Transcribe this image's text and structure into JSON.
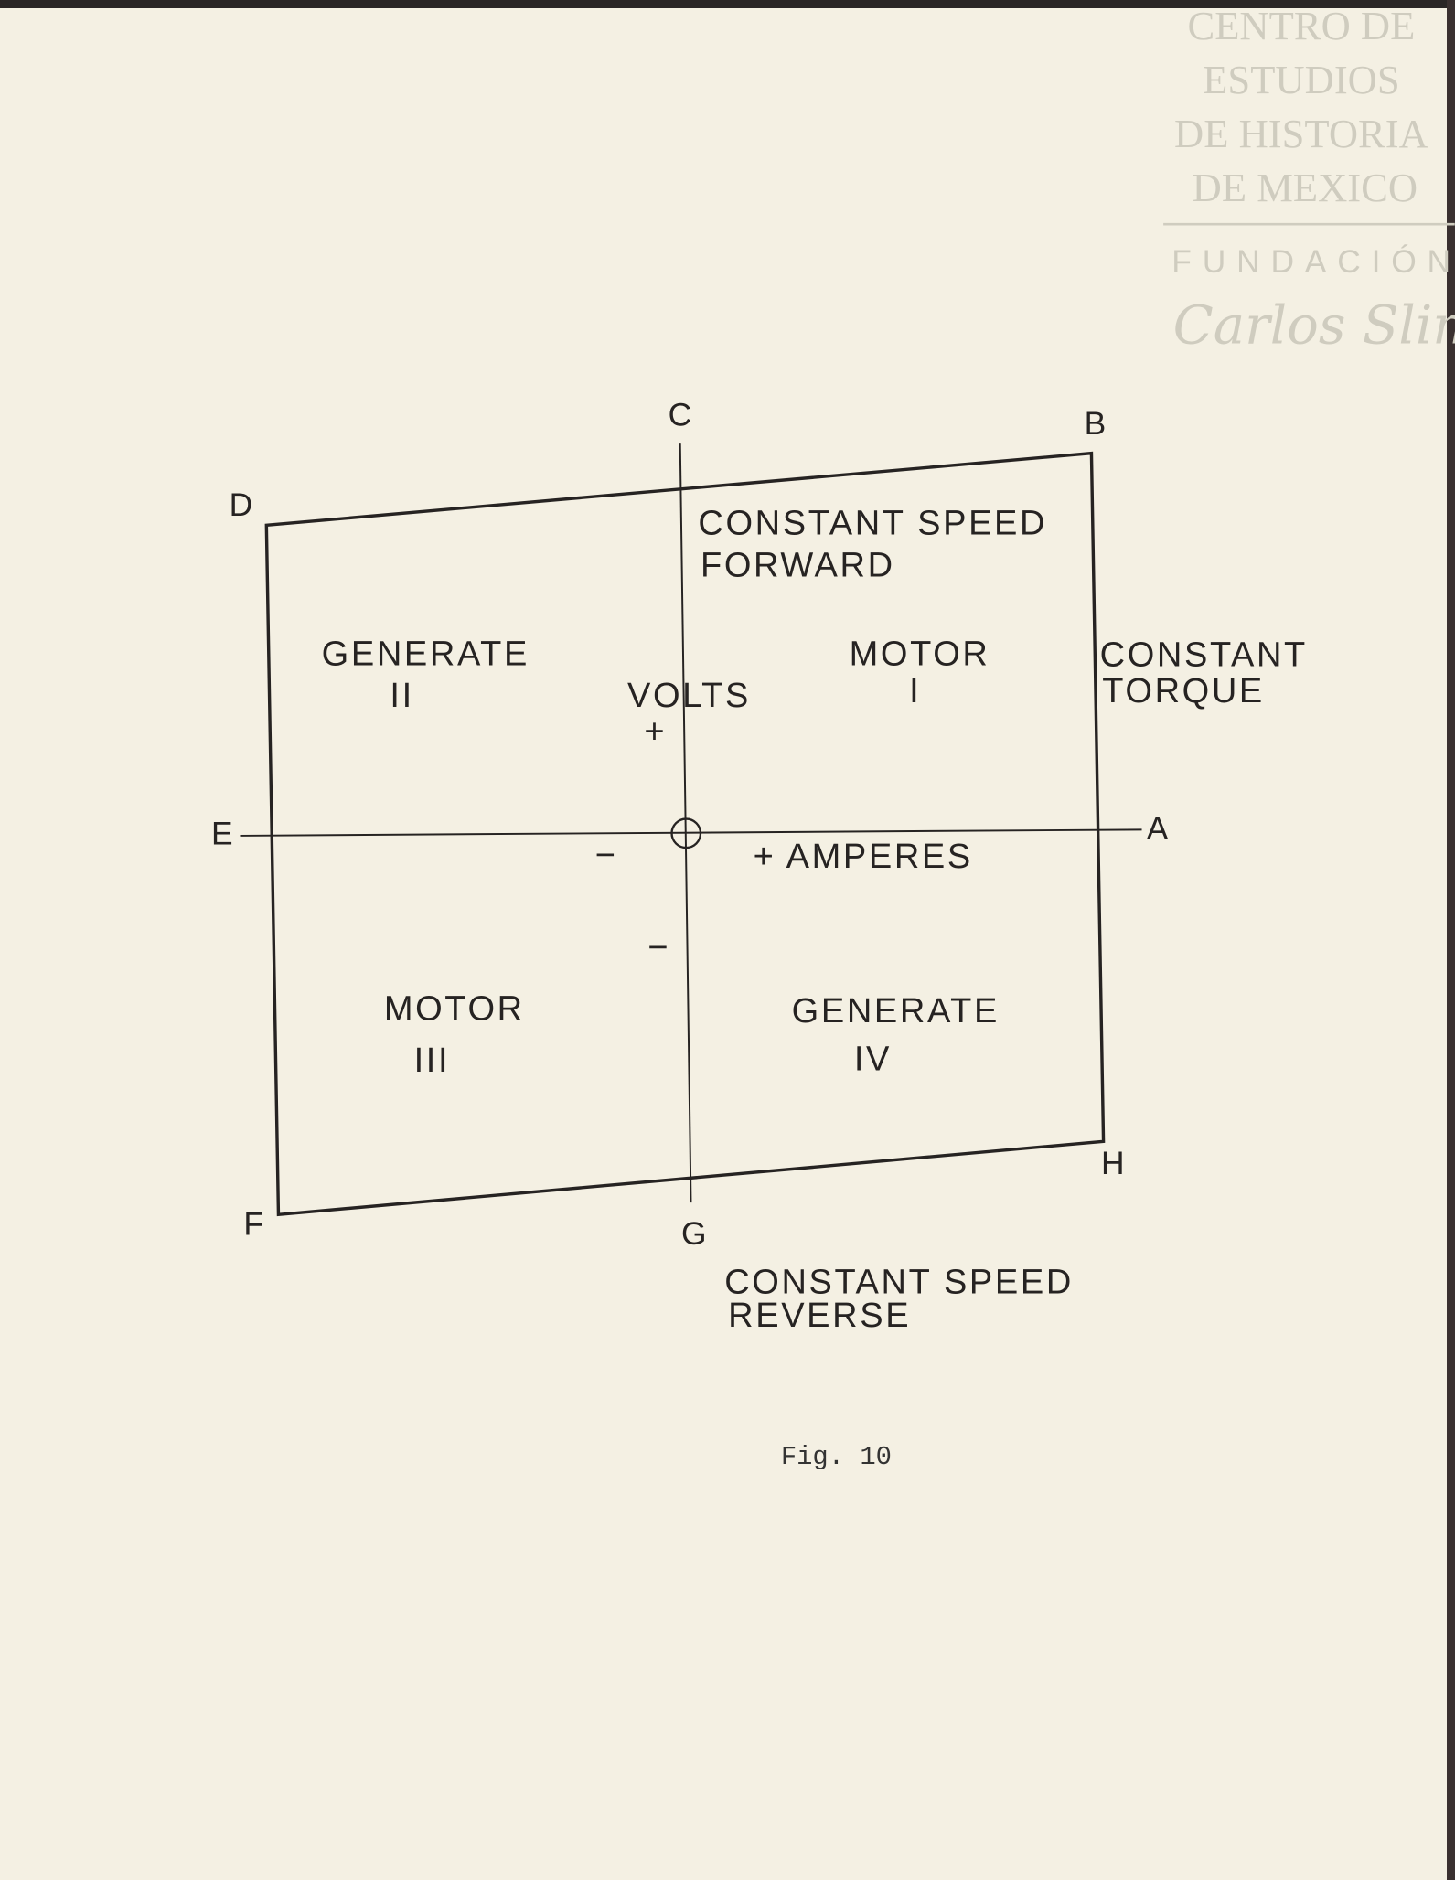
{
  "watermark": {
    "lines": [
      "CENTRO DE",
      "ESTUDIOS",
      "DE HISTORIA",
      "DE MEXICO"
    ],
    "fundacion": "FUNDACIÓN",
    "signature": "Carlos Slim"
  },
  "diagram": {
    "points": {
      "A": "A",
      "B": "B",
      "C": "C",
      "D": "D",
      "E": "E",
      "F": "F",
      "G": "G",
      "H": "H"
    },
    "top_label": [
      "CONSTANT SPEED",
      "FORWARD"
    ],
    "right_label": [
      "CONSTANT",
      "TORQUE"
    ],
    "bottom_label": [
      "CONSTANT SPEED",
      "REVERSE"
    ],
    "quadrants": {
      "q1": [
        "MOTOR",
        "I"
      ],
      "q2": [
        "GENERATE",
        "II"
      ],
      "q3": [
        "MOTOR",
        "III"
      ],
      "q4": [
        "GENERATE",
        "IV"
      ]
    },
    "y_axis": {
      "label": "VOLTS",
      "plus": "+",
      "minus": "−"
    },
    "x_axis": {
      "label": "+ AMPERES",
      "minus": "−"
    },
    "origin": "0"
  },
  "caption": "Fig. 10",
  "colors": {
    "paper": "#f4f0e3",
    "ink": "#262322",
    "watermark": "#cfccbf"
  }
}
